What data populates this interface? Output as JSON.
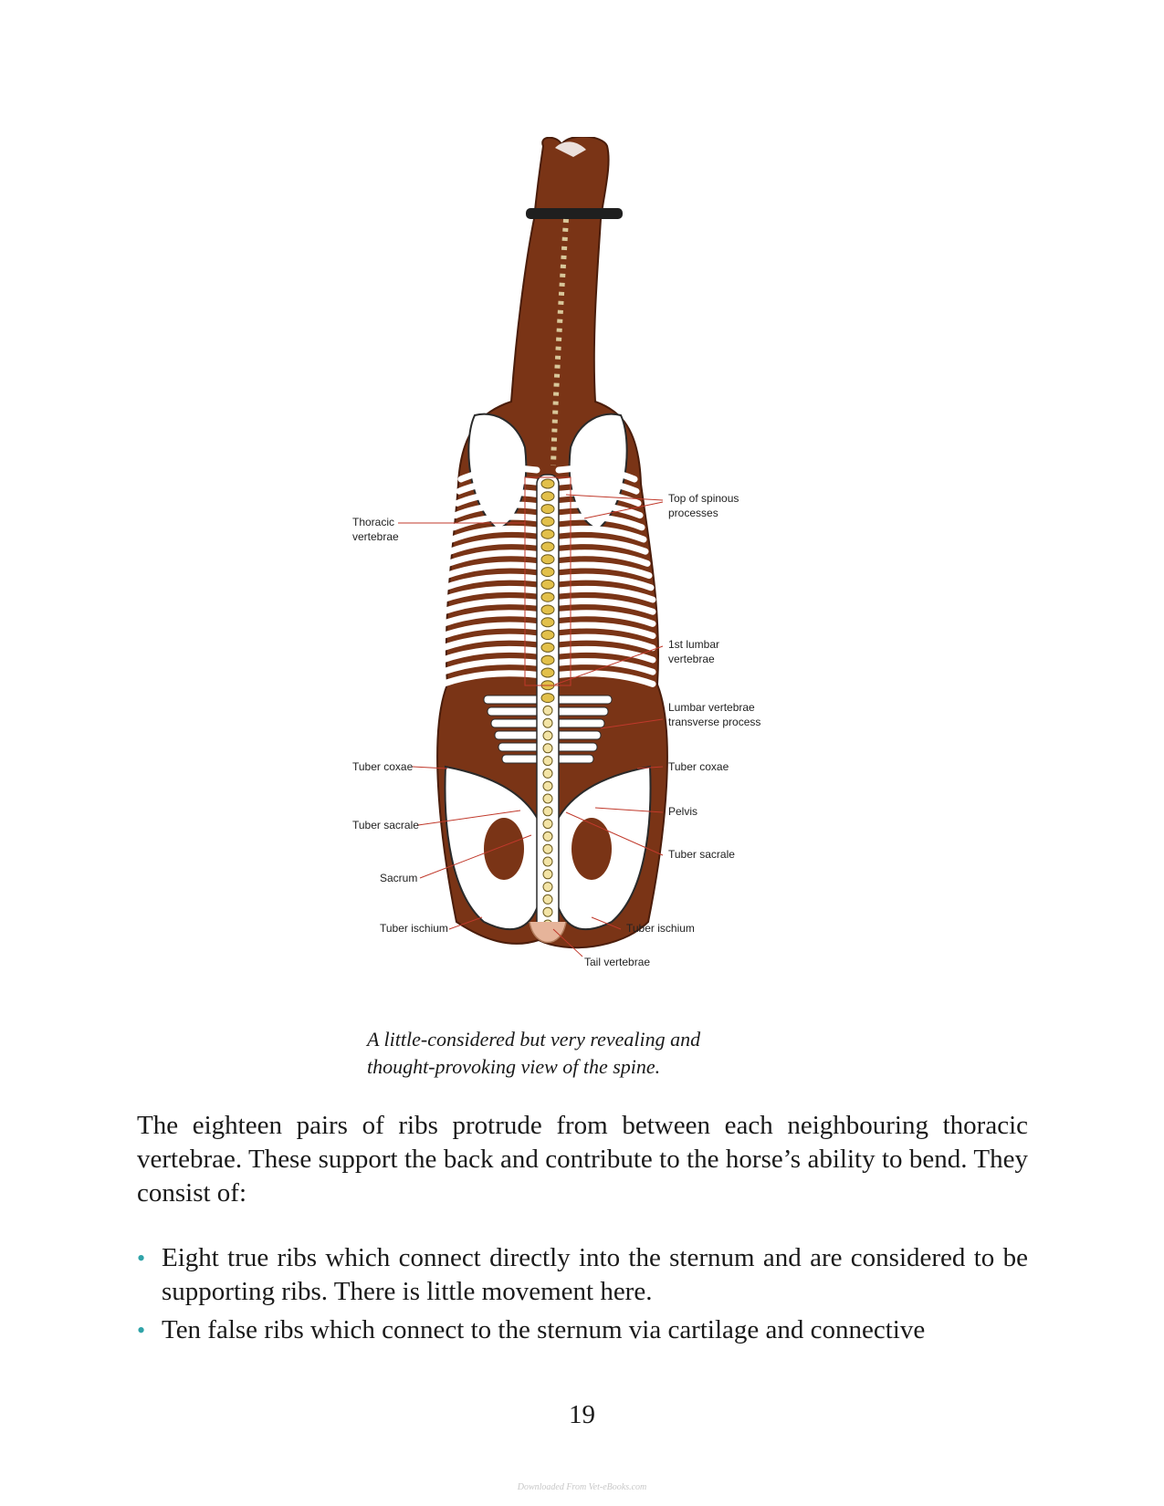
{
  "figure": {
    "labels": {
      "thoracic_vertebrae": "Thoracic\nvertebrae",
      "top_spinous": "Top of spinous\nprocesses",
      "first_lumbar": "1st lumbar\nvertebrae",
      "lumbar_transverse": "Lumbar vertebrae\ntransverse process",
      "tuber_coxae_left": "Tuber coxae",
      "tuber_coxae_right": "Tuber coxae",
      "pelvis": "Pelvis",
      "tuber_sacrale_left": "Tuber sacrale",
      "tuber_sacrale_right": "Tuber sacrale",
      "sacrum": "Sacrum",
      "tuber_ischium_left": "Tuber ischium",
      "tuber_ischium_right": "Tuber ischium",
      "tail_vertebrae": "Tail vertebrae"
    },
    "colors": {
      "coat": "#7a3416",
      "bone": "#ffffff",
      "vertebra": "#e2c04a",
      "leader": "#c0392b"
    },
    "caption": "A little-considered but very revealing and\nthought-provoking view of the spine."
  },
  "body": {
    "paragraph": "The eighteen pairs of ribs protrude from between each neighbouring thoracic vertebrae. These support the back and contribute to the horse’s ability to bend. They consist of:",
    "bullets": [
      "Eight true ribs which connect directly into the sternum and are considered to be supporting ribs. There is little movement here.",
      "Ten false ribs which connect to the sternum via cartilage and connective"
    ],
    "bullet_symbol": "•"
  },
  "page_number": "19",
  "watermark": "Downloaded From Vet-eBooks.com"
}
